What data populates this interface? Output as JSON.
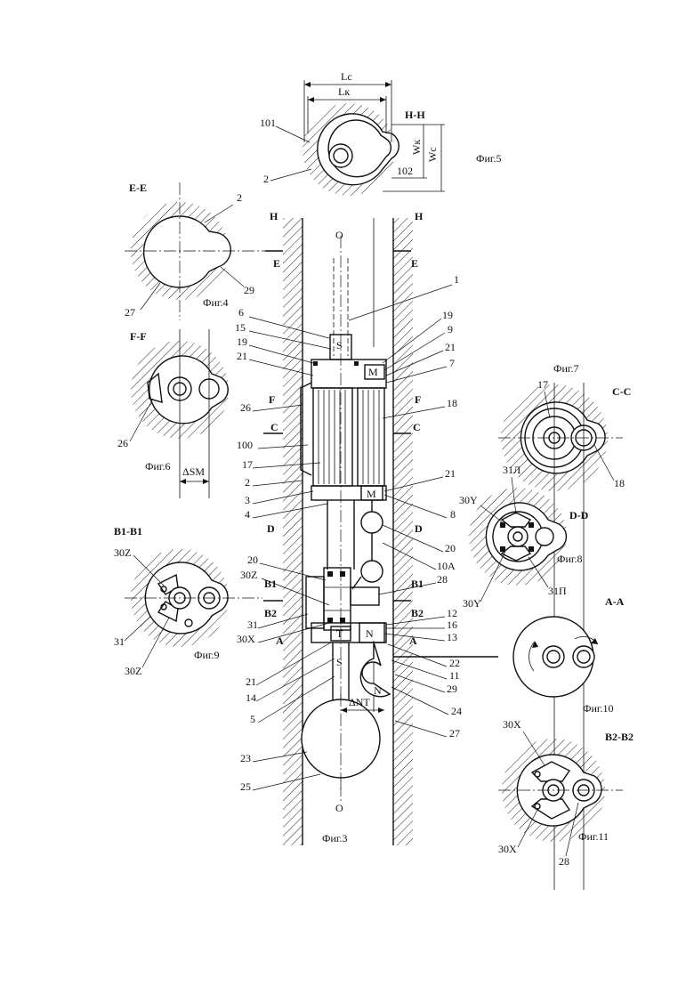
{
  "figures": {
    "fig3": "Фиг.3",
    "fig4": "Фиг.4",
    "fig5": "Фиг.5",
    "fig6": "Фиг.6",
    "fig7": "Фиг.7",
    "fig8": "Фиг.8",
    "fig9": "Фиг.9",
    "fig10": "Фиг.10",
    "fig11": "Фиг.11"
  },
  "sections": {
    "hh": "H-H",
    "ee": "E-E",
    "ff": "F-F",
    "cc": "C-C",
    "dd": "D-D",
    "b1b1": "B1-B1",
    "aa": "A-A",
    "b2b2": "B2-B2"
  },
  "cut_marks": {
    "h": "H",
    "e": "E",
    "f": "F",
    "c": "C",
    "d": "D",
    "b1": "B1",
    "b2": "B2",
    "a": "A"
  },
  "dimensions": {
    "lc": "Lc",
    "lk": "Lк",
    "wk": "Wк",
    "wc": "Wc",
    "dsm": "ΔSM",
    "dnt": "ΔNT"
  },
  "axis_marks": {
    "o_top": "O",
    "o_bottom": "O",
    "s_top": "S",
    "s_bottom": "S",
    "t": "T",
    "m_top": "M",
    "m_mid": "M",
    "n_upper": "N",
    "n_lower": "N"
  },
  "callouts": {
    "n101": "101",
    "n102": "102",
    "n2_fig5": "2",
    "n2_fig4": "2",
    "n29_fig4": "29",
    "n27_fig4": "27",
    "n26_fig6": "26",
    "n30z_a": "30Z",
    "n31_fig9": "31",
    "n30z_b": "30Z",
    "n1": "1",
    "n6": "6",
    "n15": "15",
    "n19_l": "19",
    "n21_l": "21",
    "n19_r": "19",
    "n9": "9",
    "n21_r": "21",
    "n7": "7",
    "n26": "26",
    "n18": "18",
    "n100": "100",
    "n17": "17",
    "n2": "2",
    "n3": "3",
    "n4": "4",
    "n21_m": "21",
    "n8": "8",
    "n20_l": "20",
    "n30z_c": "30Z",
    "n20_r": "20",
    "n10a": "10A",
    "n28": "28",
    "n31": "31",
    "n30x": "30X",
    "n12": "12",
    "n13": "13",
    "n16": "16",
    "n22": "22",
    "n11": "11",
    "n21_b": "21",
    "n14": "14",
    "n29": "29",
    "n24": "24",
    "n5": "5",
    "n27": "27",
    "n23": "23",
    "n25": "25",
    "n17_fig7": "17",
    "n18_fig7": "18",
    "n31l": "31Л",
    "n30y_a": "30Y",
    "n30y_b": "30Y",
    "n31p": "31П",
    "n30x_a": "30X",
    "n30x_b": "30X",
    "n28_fig11": "28"
  }
}
